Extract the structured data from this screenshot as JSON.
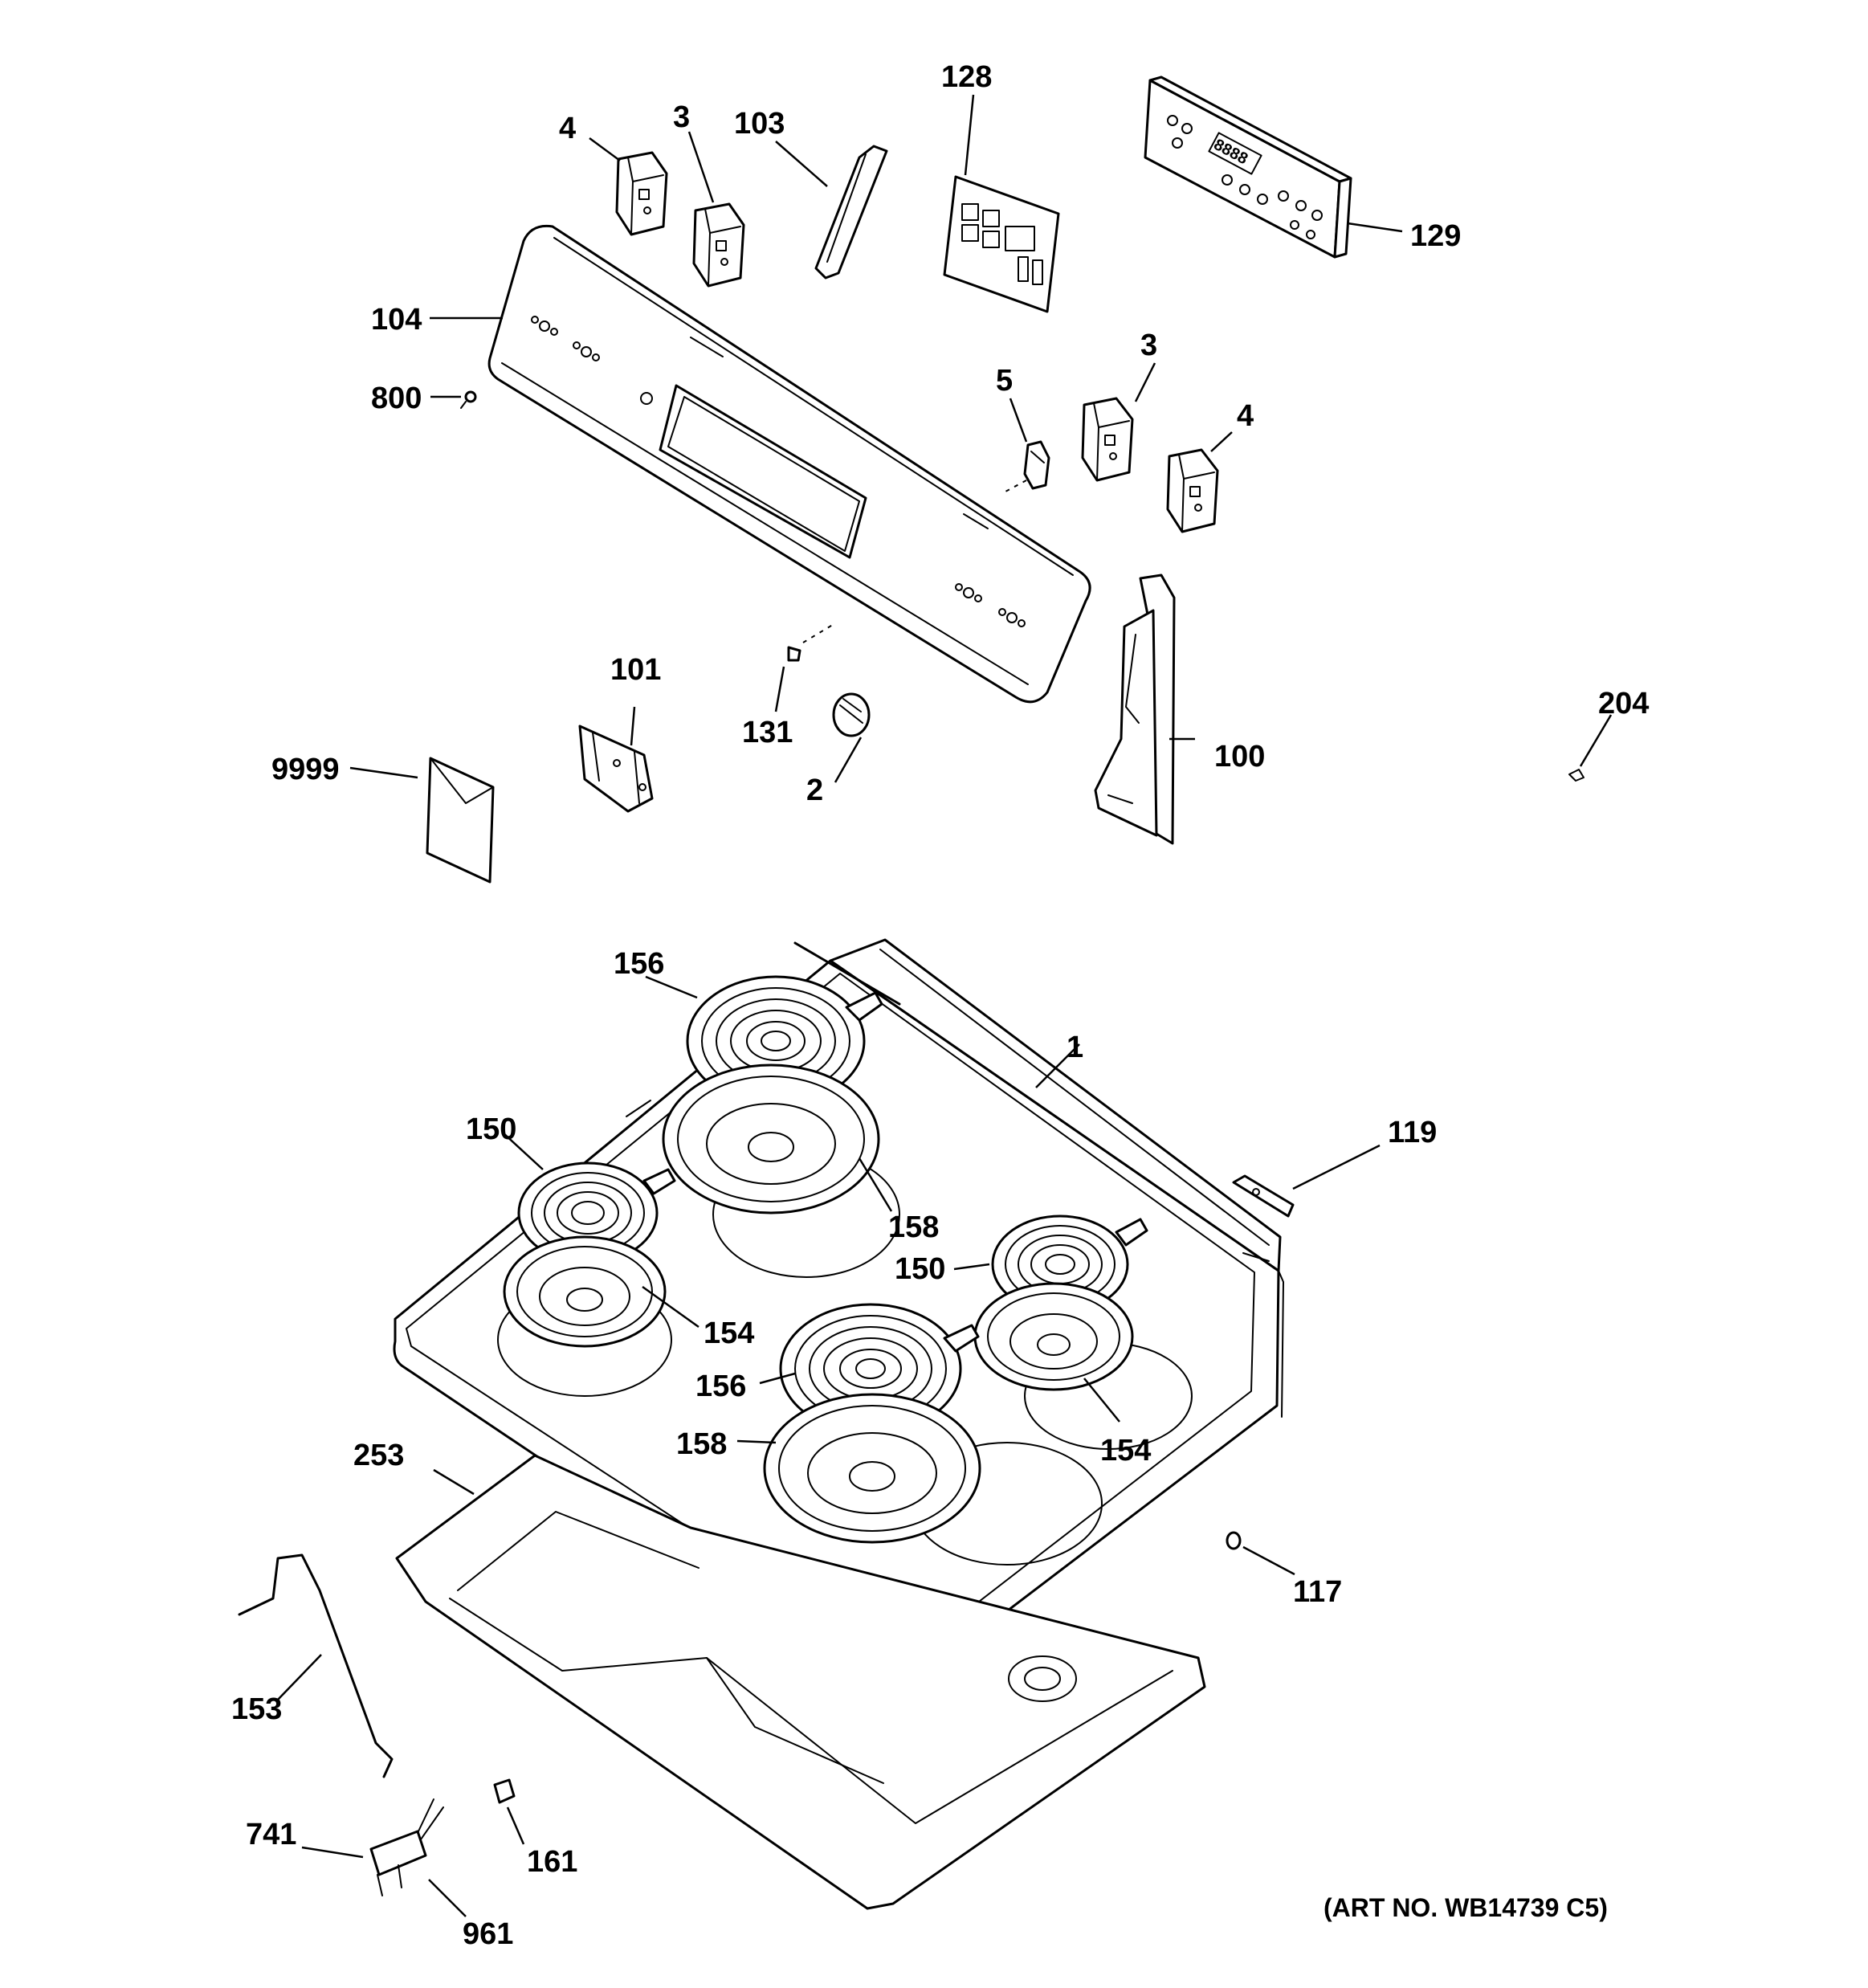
{
  "labels": {
    "p4a": "4",
    "p3a": "3",
    "p103": "103",
    "p128": "128",
    "p129": "129",
    "p104": "104",
    "p800": "800",
    "p5": "5",
    "p3b": "3",
    "p4b": "4",
    "p101": "101",
    "p131": "131",
    "p2": "2",
    "p100": "100",
    "p204": "204",
    "p9999": "9999",
    "p156a": "156",
    "p1": "1",
    "p150a": "150",
    "p119": "119",
    "p158a": "158",
    "p150b": "150",
    "p154a": "154",
    "p156b": "156",
    "p158b": "158",
    "p154b": "154",
    "p253": "253",
    "p117": "117",
    "p153": "153",
    "p741": "741",
    "p161": "161",
    "p961": "961"
  },
  "art_number": "(ART NO. WB14739 C5)",
  "display_text": "8888"
}
